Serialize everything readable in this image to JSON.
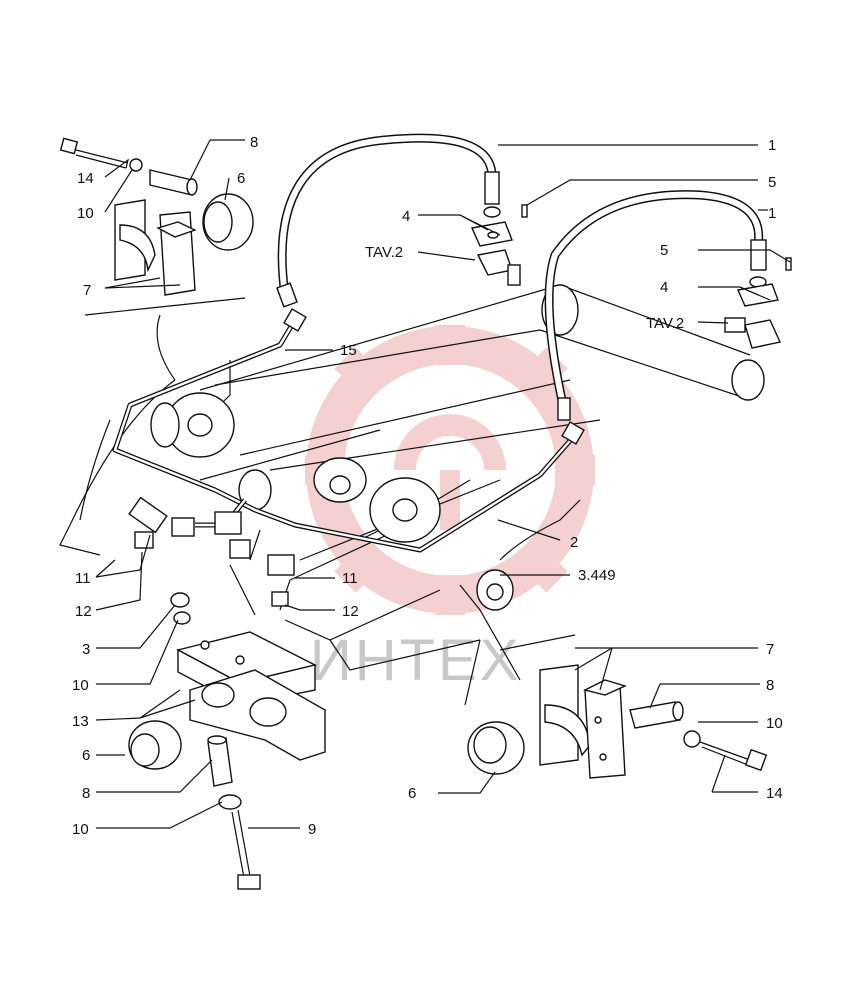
{
  "watermark": {
    "text": "ИНТЕХ",
    "color": "#e8a3a3"
  },
  "callouts": {
    "c1a": "1",
    "c1b": "1",
    "c2": "2",
    "c3": "3",
    "c3449": "3.449",
    "c4a": "4",
    "c4b": "4",
    "c5a": "5",
    "c5b": "5",
    "c6a": "6",
    "c6b": "6",
    "c6c": "6",
    "c7a": "7",
    "c7b": "7",
    "c8a": "8",
    "c8b": "8",
    "c8c": "8",
    "c9": "9",
    "c10a": "10",
    "c10b": "10",
    "c10c": "10",
    "c10d": "10",
    "c11a": "11",
    "c11b": "11",
    "c12a": "12",
    "c12b": "12",
    "c13": "13",
    "c14a": "14",
    "c14b": "14",
    "c15": "15",
    "tav_a": "TAV.2",
    "tav_b": "TAV.2"
  }
}
